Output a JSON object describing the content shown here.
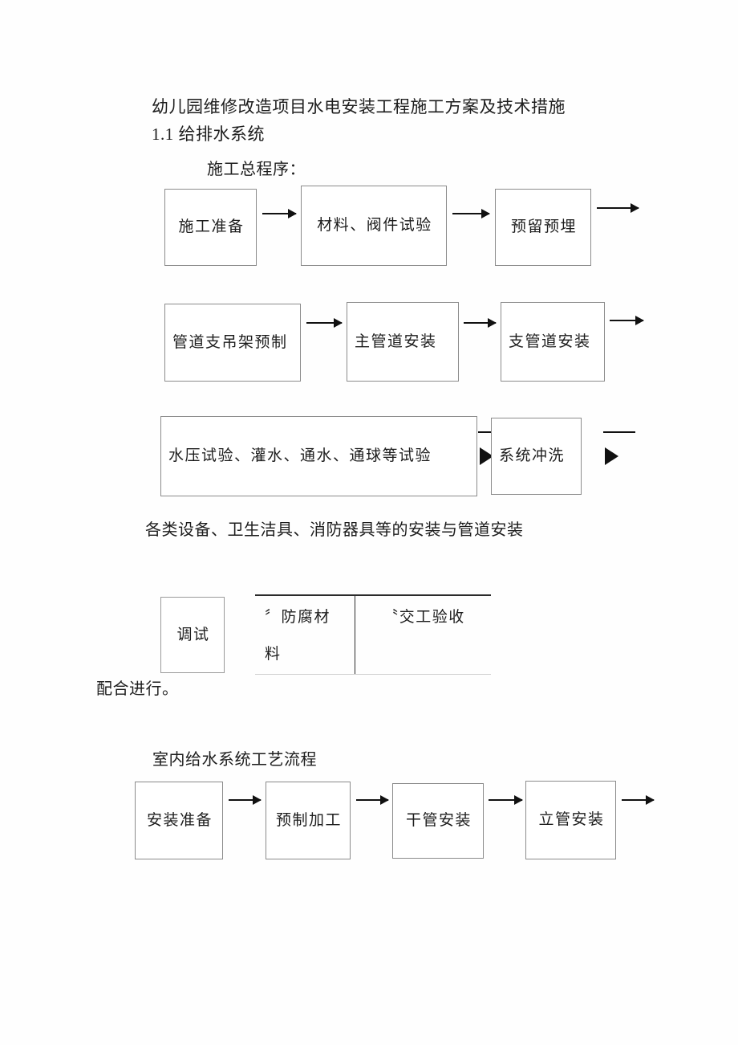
{
  "document": {
    "title": "幼儿园维修改造项目水电安装工程施工方案及技术措施",
    "section_number_and_name": "1.1 给排水系统",
    "procedure_heading": "施工总程序：",
    "note_line_equipment": "各类设备、卫生洁具、消防器具等的安装与管道安装",
    "note_line_cooperate": "配合进行。",
    "flow_heading_indoor_water": "室内给水系统工艺流程"
  },
  "flow_main": {
    "row1": [
      {
        "label": "施工准备"
      },
      {
        "label": "材料、阀件试验"
      },
      {
        "label": "预留预埋"
      }
    ],
    "row2": [
      {
        "label": "管道支吊架预制"
      },
      {
        "label": "主管道安装"
      },
      {
        "label": "支管道安装"
      }
    ],
    "row3": [
      {
        "label": "水压试验、灌水、通水、通球等试验"
      },
      {
        "label": "系统冲洗"
      }
    ],
    "row4": [
      {
        "label": "调试"
      }
    ]
  },
  "annex_table": {
    "left_cell": "〞防腐材料",
    "right_cell": "〝交工验收"
  },
  "flow_indoor_water": {
    "steps": [
      {
        "label": "安装准备"
      },
      {
        "label": "预制加工"
      },
      {
        "label": "干管安装"
      },
      {
        "label": "立管安装"
      }
    ]
  },
  "icons": {
    "arrow_right": "arrow-right-icon",
    "arrow_right_triangle": "arrow-right-triangle-icon"
  },
  "colors": {
    "page_background": "#fefefe",
    "text": "#1d1d1d",
    "box_border": "#8b8b8b",
    "arrow": "#111111",
    "table_rule": "#2b2b2b"
  }
}
